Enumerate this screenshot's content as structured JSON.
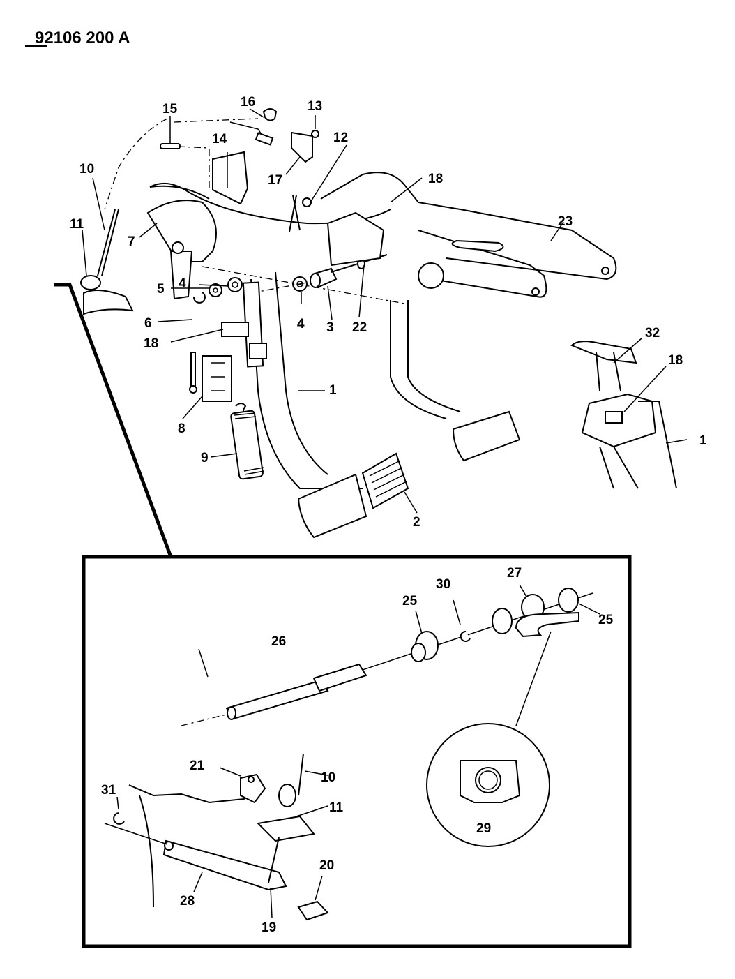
{
  "figure_id": "92106 200 A",
  "main_labels": [
    {
      "id": "1",
      "text": "1"
    },
    {
      "id": "1b",
      "text": "1"
    },
    {
      "id": "2",
      "text": "2"
    },
    {
      "id": "3",
      "text": "3"
    },
    {
      "id": "4a",
      "text": "4"
    },
    {
      "id": "4b",
      "text": "4"
    },
    {
      "id": "5",
      "text": "5"
    },
    {
      "id": "6",
      "text": "6"
    },
    {
      "id": "7",
      "text": "7"
    },
    {
      "id": "8",
      "text": "8"
    },
    {
      "id": "9",
      "text": "9"
    },
    {
      "id": "10",
      "text": "10"
    },
    {
      "id": "11",
      "text": "11"
    },
    {
      "id": "12",
      "text": "12"
    },
    {
      "id": "13",
      "text": "13"
    },
    {
      "id": "14",
      "text": "14"
    },
    {
      "id": "15",
      "text": "15"
    },
    {
      "id": "16",
      "text": "16"
    },
    {
      "id": "17",
      "text": "17"
    },
    {
      "id": "18a",
      "text": "18"
    },
    {
      "id": "18b",
      "text": "18"
    },
    {
      "id": "18c",
      "text": "18"
    },
    {
      "id": "22",
      "text": "22"
    },
    {
      "id": "23",
      "text": "23"
    },
    {
      "id": "32",
      "text": "32"
    }
  ],
  "inset_labels": [
    {
      "id": "10i",
      "text": "10"
    },
    {
      "id": "11i",
      "text": "11"
    },
    {
      "id": "19",
      "text": "19"
    },
    {
      "id": "20",
      "text": "20"
    },
    {
      "id": "21",
      "text": "21"
    },
    {
      "id": "25a",
      "text": "25"
    },
    {
      "id": "25b",
      "text": "25"
    },
    {
      "id": "26",
      "text": "26"
    },
    {
      "id": "27",
      "text": "27"
    },
    {
      "id": "28",
      "text": "28"
    },
    {
      "id": "29",
      "text": "29"
    },
    {
      "id": "30",
      "text": "30"
    },
    {
      "id": "31",
      "text": "31"
    }
  ]
}
